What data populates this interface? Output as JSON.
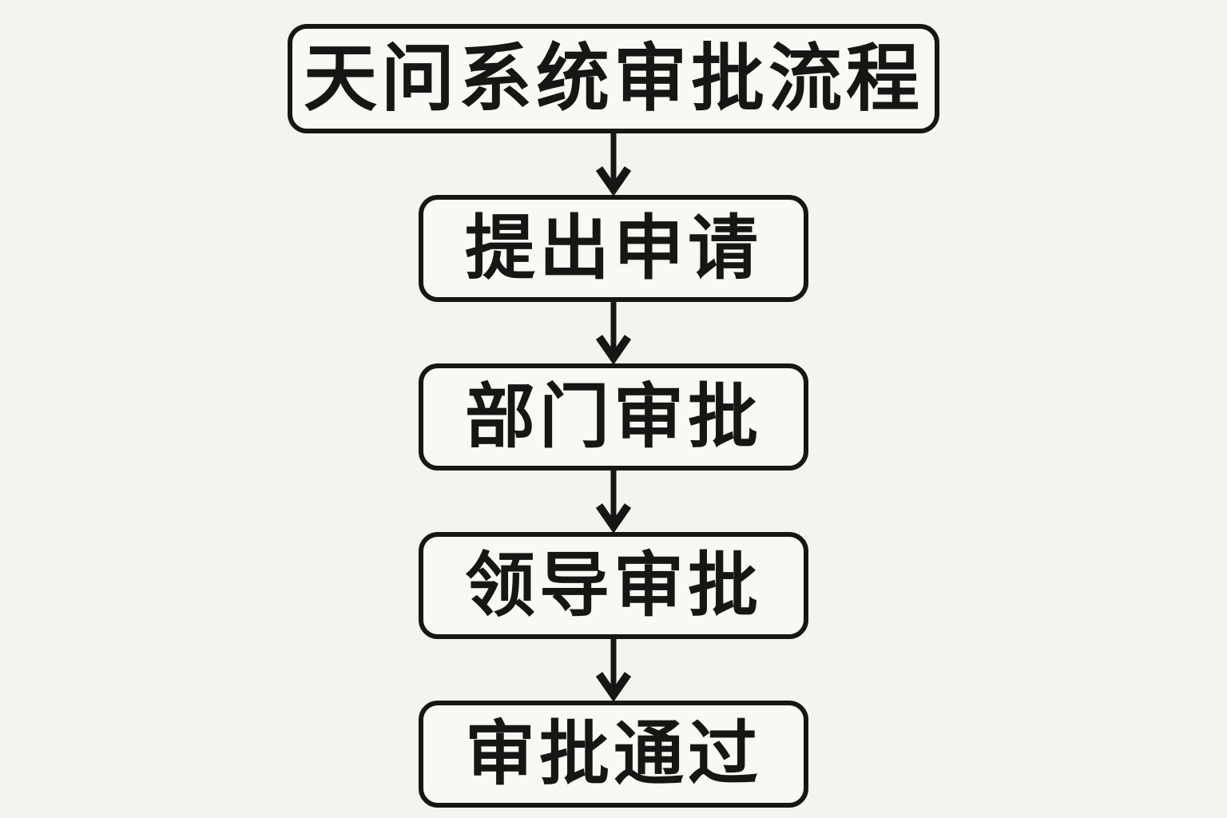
{
  "flowchart": {
    "title": "天问系统审批流程",
    "nodes": [
      {
        "id": "title",
        "label": "天问系统审批流程"
      },
      {
        "id": "apply",
        "label": "提出申请"
      },
      {
        "id": "dept",
        "label": "部门审批"
      },
      {
        "id": "leader",
        "label": "领导审批"
      },
      {
        "id": "approved",
        "label": "审批通过"
      }
    ],
    "connections": [
      {
        "from": "title",
        "to": "apply",
        "direction": "down"
      },
      {
        "from": "apply",
        "to": "dept",
        "direction": "down"
      },
      {
        "from": "dept",
        "to": "leader",
        "direction": "down"
      },
      {
        "from": "leader",
        "to": "approved",
        "direction": "down"
      }
    ],
    "colors": {
      "background": "#f5f3ef",
      "node_fill": "#f9f8f4",
      "stroke": "#181614",
      "text": "#181614"
    }
  }
}
